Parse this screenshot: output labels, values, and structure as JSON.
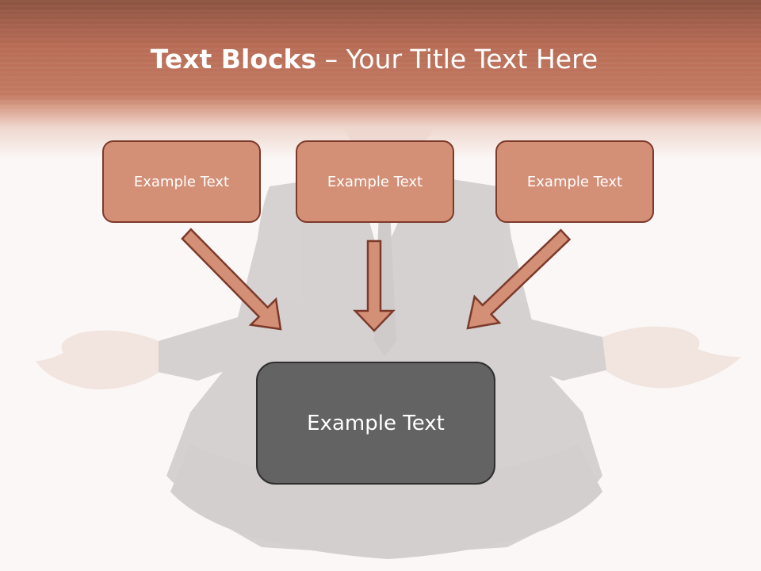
{
  "slide": {
    "title_bold": "Text Blocks",
    "title_dash": " – ",
    "title_rest": "Your Title Text Here"
  },
  "boxes": {
    "left": "Example Text",
    "center": "Example Text",
    "right": "Example Text",
    "main": "Example Text"
  },
  "colors": {
    "header": "#b86c55",
    "box_fill": "#d48f77",
    "box_border": "#7c3a2b",
    "main_box_fill": "#636363",
    "arrow_fill": "#d48f77"
  }
}
